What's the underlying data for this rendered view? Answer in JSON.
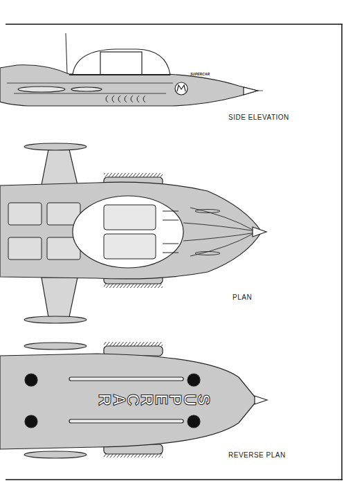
{
  "diagram": {
    "labels": [
      "SUPERCAR",
      "SIDE ELEVATION",
      "PLAN",
      "SUPERCAR",
      "REVERSE PLAN"
    ]
  }
}
